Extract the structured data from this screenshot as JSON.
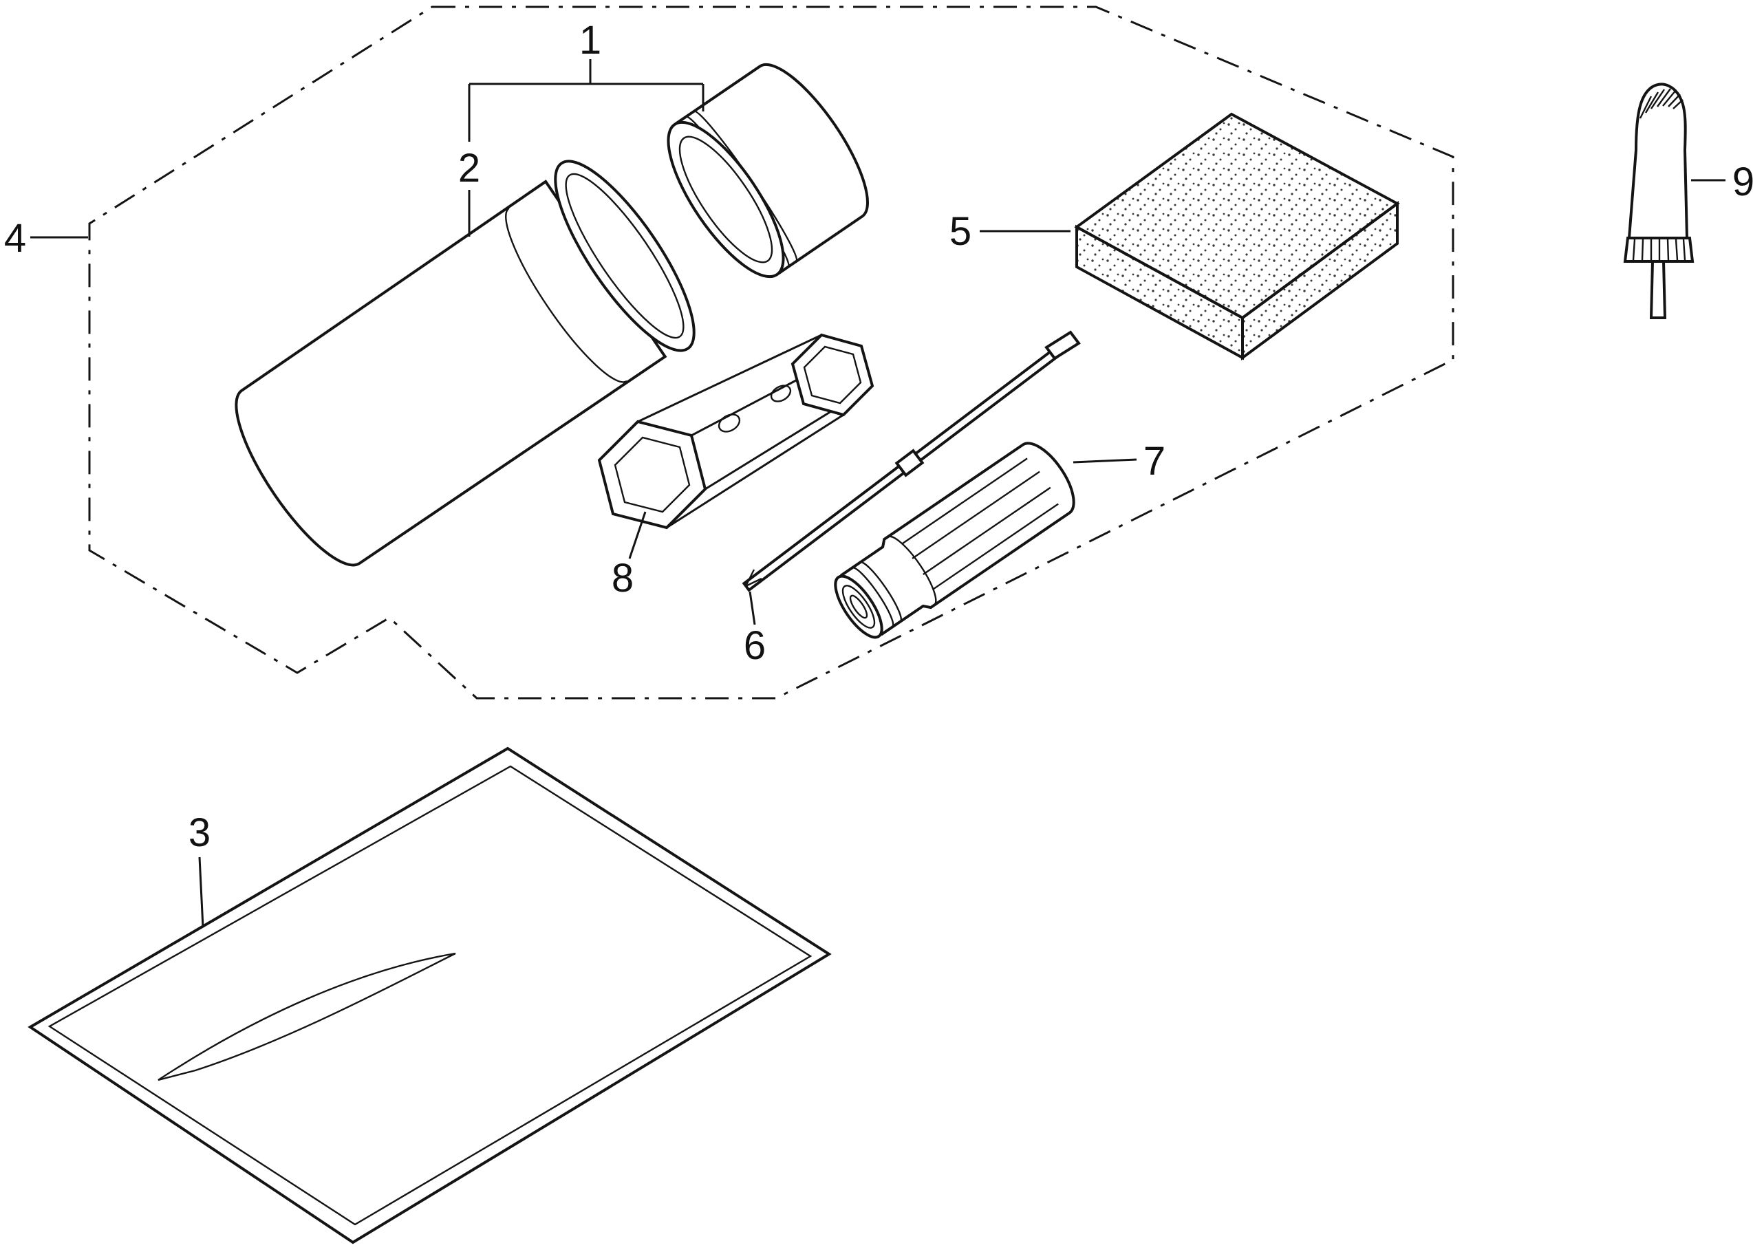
{
  "canvas": {
    "background_color": "#ffffff",
    "line_color": "#141414",
    "kind": "exploded-parts-diagram",
    "subject": "tool-kit"
  },
  "callouts": {
    "c1": "1",
    "c2": "2",
    "c3": "3",
    "c4": "4",
    "c5": "5",
    "c6": "6",
    "c7": "7",
    "c8": "8",
    "c9": "9"
  },
  "parts": [
    {
      "callout": "1",
      "name": "tool-case-with-cap"
    },
    {
      "callout": "2",
      "name": "tool-case-body"
    },
    {
      "callout": "3",
      "name": "tool-bag"
    },
    {
      "callout": "4",
      "name": "kit-outline-boundary"
    },
    {
      "callout": "5",
      "name": "sponge-pad"
    },
    {
      "callout": "6",
      "name": "screwdriver-blade"
    },
    {
      "callout": "7",
      "name": "screwdriver-handle"
    },
    {
      "callout": "8",
      "name": "box-wrench"
    },
    {
      "callout": "9",
      "name": "grip-handle-tool"
    }
  ]
}
